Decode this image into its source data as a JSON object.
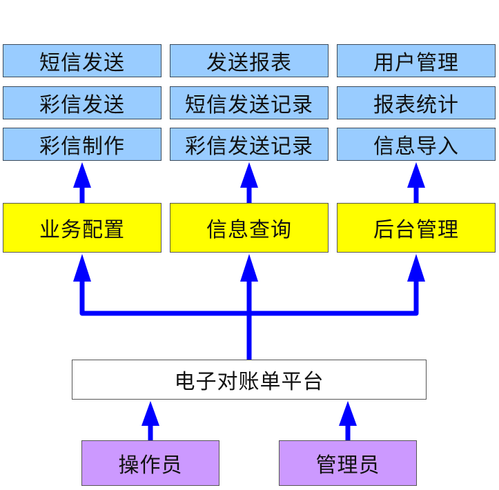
{
  "modules": [
    {
      "name": "业务配置",
      "functions": [
        "短信发送",
        "彩信发送",
        "彩信制作"
      ]
    },
    {
      "name": "信息查询",
      "functions": [
        "发送报表",
        "短信发送记录",
        "彩信发送记录"
      ]
    },
    {
      "name": "后台管理",
      "functions": [
        "用户管理",
        "报表统计",
        "信息导入"
      ]
    }
  ],
  "platform": "电子对账单平台",
  "users": [
    "操作员",
    "管理员"
  ],
  "colors": {
    "function_box": "#99ccff",
    "module_box": "#ffff00",
    "platform_box": "#ffffff",
    "user_box": "#cc99ff",
    "arrow": "#0000ff"
  }
}
